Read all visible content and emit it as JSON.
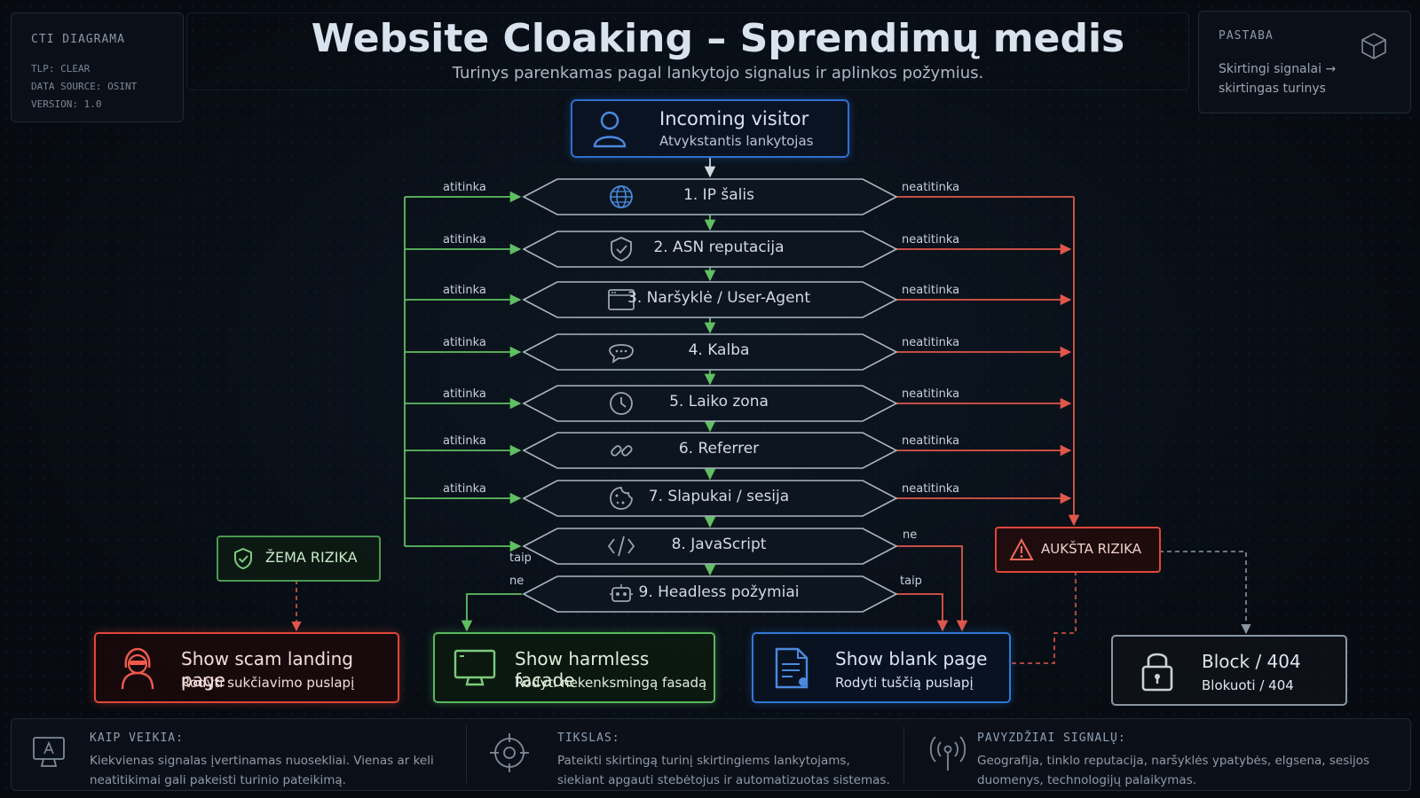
{
  "header": {
    "title": "Website Cloaking – Sprendimų medis",
    "subtitle": "Turinys parenkamas pagal lankytojo signalus ir aplinkos požymius."
  },
  "meta_panel": {
    "title": "CTI DIAGRAMA",
    "lines": [
      "TLP: CLEAR",
      "DATA SOURCE: OSINT",
      "VERSION: 1.0"
    ]
  },
  "note_panel": {
    "title": "PASTABA",
    "text": "Skirtingi signalai → skirtingas turinys",
    "icon": "cube-icon"
  },
  "start": {
    "title": "Incoming visitor",
    "subtitle": "Atvykstantis lankytojas",
    "icon": "user-icon"
  },
  "checks": [
    {
      "label": "1. IP šalis",
      "icon": "globe-icon",
      "left": "atitinka",
      "right": "neatitinka"
    },
    {
      "label": "2. ASN reputacija",
      "icon": "shield-icon",
      "left": "atitinka",
      "right": "neatitinka"
    },
    {
      "label": "3. Naršyklė / User-Agent",
      "icon": "browser-window-icon",
      "left": "atitinka",
      "right": "neatitinka"
    },
    {
      "label": "4. Kalba",
      "icon": "chat-bubble-icon",
      "left": "atitinka",
      "right": "neatitinka"
    },
    {
      "label": "5. Laiko zona",
      "icon": "clock-icon",
      "left": "atitinka",
      "right": "neatitinka"
    },
    {
      "label": "6. Referrer",
      "icon": "link-icon",
      "left": "atitinka",
      "right": "neatitinka"
    },
    {
      "label": "7. Slapukai / sesija",
      "icon": "cookie-icon",
      "left": "atitinka",
      "right": "neatitinka"
    },
    {
      "label": "8. JavaScript",
      "icon": "code-icon",
      "left": "taip",
      "right": "ne"
    },
    {
      "label": "9. Headless požymiai",
      "icon": "robot-icon",
      "left": "ne",
      "right": "taip"
    }
  ],
  "risk": {
    "low": "ŽEMA RIZIKA",
    "high": "AUKŠTA RIZIKA"
  },
  "outcomes": [
    {
      "title": "Show scam landing page",
      "subtitle": "Rodyti sukčiavimo puslapį",
      "icon": "hacker-icon",
      "color": "#e0463a"
    },
    {
      "title": "Show harmless facade",
      "subtitle": "Rodyti nekenksmingą fasadą",
      "icon": "monitor-icon",
      "color": "#59b85c"
    },
    {
      "title": "Show blank page",
      "subtitle": "Rodyti tuščią puslapį",
      "icon": "document-icon",
      "color": "#2f78d6"
    },
    {
      "title": "Block / 404",
      "subtitle": "Blokuoti / 404",
      "icon": "lock-icon",
      "color": "#8b96a3"
    }
  ],
  "footer": [
    {
      "heading": "KAIP VEIKIA:",
      "text": "Kiekvienas signalas įvertinamas nuosekliai. Vienas ar keli neatitikimai gali pakeisti turinio pateikimą.",
      "icon": "monitor-user-icon"
    },
    {
      "heading": "TIKSLAS:",
      "text": "Pateikti skirtingą turinį skirtingiems lankytojams, siekiant apgauti stebėtojus ir automatizuotas sistemas.",
      "icon": "target-icon"
    },
    {
      "heading": "PAVYZDŽIAI SIGNALŲ:",
      "text": "Geografija, tinklo reputacija, naršyklės ypatybės, elgsena, sesijos duomenys, technologijų palaikymas.",
      "icon": "antenna-icon"
    }
  ],
  "colors": {
    "match": "#5fbf62",
    "mismatch": "#e0574a",
    "neutral": "#2f6fd0"
  }
}
